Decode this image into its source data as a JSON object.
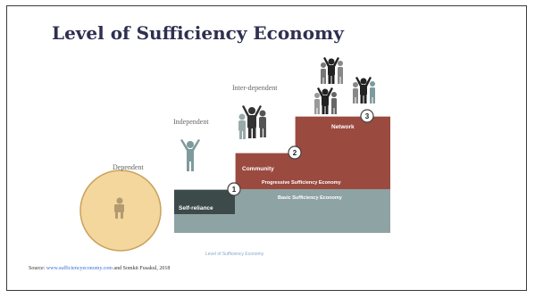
{
  "slide": {
    "title": "Level of Sufficiency Economy",
    "stage_labels": {
      "dependent": "Dependent",
      "independent": "Independent",
      "interdependent": "Inter-dependent"
    },
    "steps": [
      {
        "number": "1",
        "label": "Self-reliance"
      },
      {
        "number": "2",
        "label": "Community"
      },
      {
        "number": "3",
        "label": "Network"
      }
    ],
    "bands": {
      "progressive": "Progressive Sufficiency Economy",
      "basic": "Basic Sufficiency Economy"
    },
    "caption": "Level of Sufficiency Economy",
    "source": {
      "prefix": "Source: ",
      "link": "www.sufficiencyeconomy.com",
      "suffix": " and Somkit Fusakul, 2018"
    }
  },
  "colors": {
    "title": "#2e3050",
    "step_red": "#9b4a40",
    "step_red_dark": "#7d3a32",
    "band_gray": "#8ea3a3",
    "circle_fill": "#f3d79c",
    "circle_stroke": "#c9a15e",
    "figure": "#4a4a4a"
  },
  "icons": [
    "person-icon",
    "group-icon",
    "number-badge"
  ]
}
